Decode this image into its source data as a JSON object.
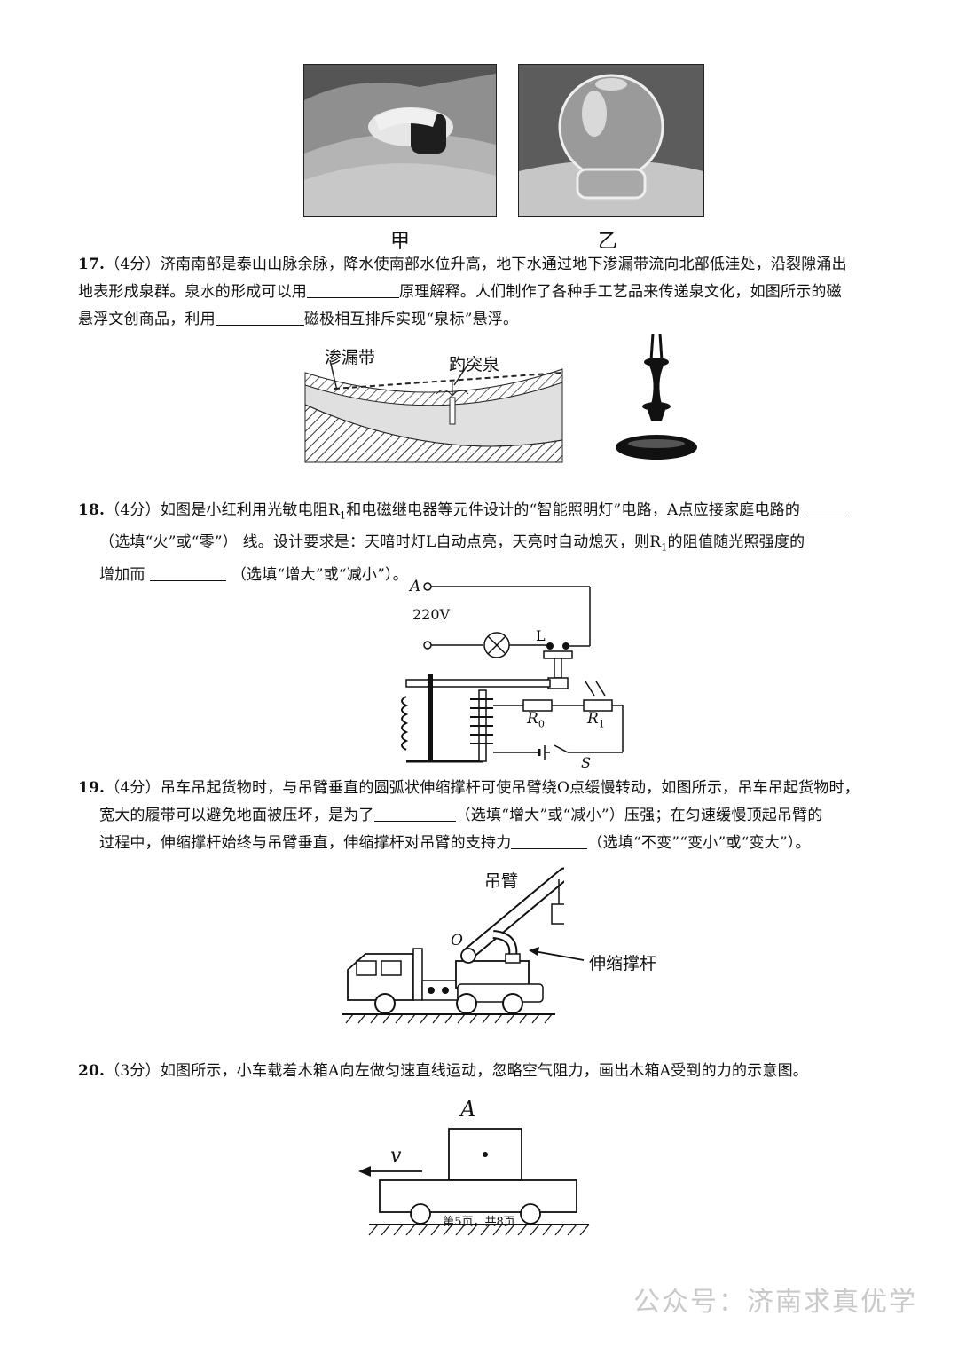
{
  "photos": {
    "left_caption": "甲",
    "right_caption": "乙"
  },
  "q17": {
    "number": "17.",
    "score": "（4分）",
    "line1": "济南南部是泰山山脉余脉，降水使南部水位升高，地下水通过地下渗漏带流向北部低洼处，沿裂隙涌出",
    "line2a": "地表形成泉群。泉水的形成可以用",
    "line2b": "原理解释。人们制作了各种手工艺品来传递泉文化，如图所示的磁",
    "line3a": "悬浮文创商品，利用",
    "line3b": "磁极相互排斥实现“泉标”悬浮。",
    "fig_label_seep": "渗漏带",
    "fig_label_spring": "趵突泉"
  },
  "q18": {
    "number": "18.",
    "score": "（4分）",
    "line1a": "如图是小红利用光敏电阻R",
    "line1b": "和电磁继电器等元件设计的“智能照明灯”电路，A点应接家庭电路的",
    "line2": "（选填“火”或“零”）  线。设计要求是：天暗时灯L自动点亮，天亮时自动熄灭，则R",
    "line2b": "的阻值随光照强度的",
    "line3a": "增加而",
    "line3b": "（选填“增大”或“减小”）。",
    "sub": "1",
    "circuit": {
      "point_a": "A",
      "voltage": "220V",
      "lamp": "L",
      "r0": "R",
      "r0_sub": "0",
      "r1": "R",
      "r1_sub": "1",
      "switch": "S"
    }
  },
  "q19": {
    "number": "19.",
    "score": "（4分）",
    "line1": "吊车吊起货物时，与吊臂垂直的圆弧状伸缩撑杆可使吊臂绕O点缓慢转动，如图所示，吊车吊起货物时，",
    "line2a": "宽大的履带可以避免地面被压坏，是为了",
    "line2b": "（选填“增大”或“减小”）压强；在匀速缓慢顶起吊臂的",
    "line3a": "过程中，伸缩撑杆始终与吊臂垂直，伸缩撑杆对吊臂的支持力",
    "line3b": "（选填“不变”“变小”或“变大”）。",
    "label_arm": "吊臂",
    "label_pivot": "O",
    "label_strut": "伸缩撑杆"
  },
  "q20": {
    "number": "20.",
    "score": "（3分）",
    "line1": "如图所示，小车载着木箱A向左做匀速直线运动，忽略空气阻力，画出木箱A受到的力的示意图。",
    "label_box": "A",
    "label_v": "v"
  },
  "footer": "第5页，共8页",
  "watermark": "公众号：济南求真优学"
}
